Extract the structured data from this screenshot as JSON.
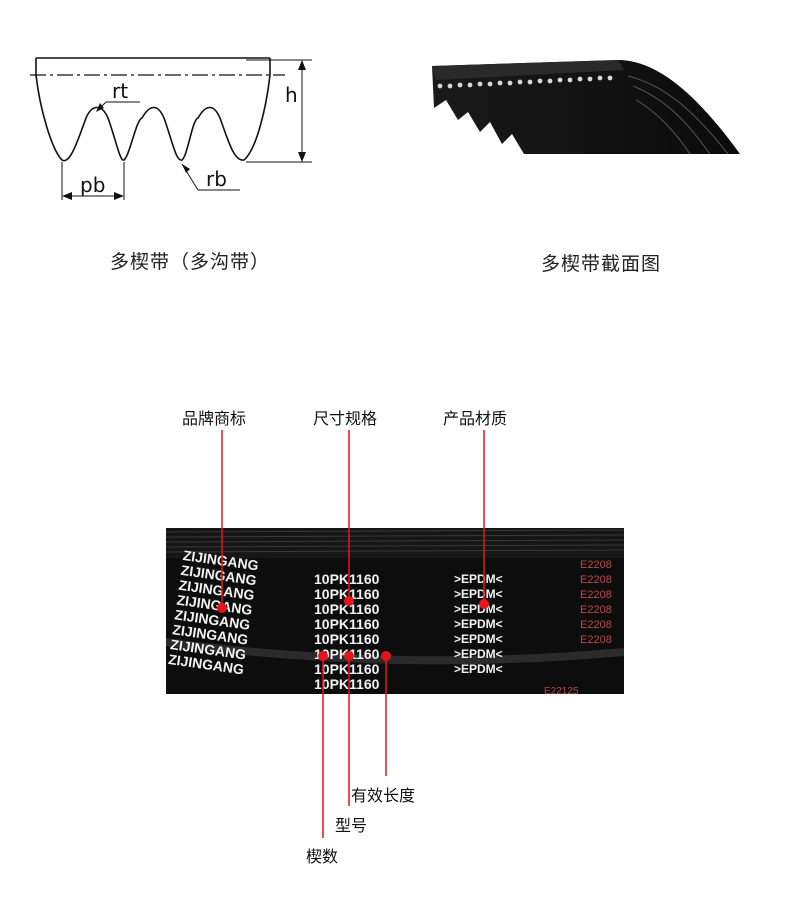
{
  "diagram": {
    "labels": {
      "rt": "rt",
      "rb": "rb",
      "pb": "pb",
      "h": "h"
    }
  },
  "captions": {
    "profile": "多楔带（多沟带）",
    "section": "多楔带截面图"
  },
  "callouts": {
    "brand": "品牌商标",
    "size_spec": "尺寸规格",
    "material": "产品材质",
    "effective_length": "有效长度",
    "model": "型号",
    "wedge_count": "楔数"
  },
  "belt_print": {
    "brand_lines": [
      "ZIJINGANG",
      "ZIJINGANG",
      "ZIJINGANG",
      "ZIJINGANG",
      "ZIJINGANG",
      "ZIJINGANG",
      "ZIJINGANG",
      "ZIJINGANG"
    ],
    "spec_lines": [
      "10PK1160",
      "10PK1160",
      "10PK1160",
      "10PK1160",
      "10PK1160",
      "10PK1160",
      "10PK1160",
      "10PK1160"
    ],
    "material_lines": [
      ">EPDM<",
      ">EPDM<",
      ">EPDM<",
      ">EPDM<",
      ">EPDM<",
      ">EPDM<",
      ">EPDM<"
    ],
    "batch_lines": [
      "E2208",
      "E2208",
      "E2208",
      "E2208",
      "E2208",
      "E2208"
    ],
    "batch_bottom": "E22125"
  },
  "colors": {
    "callout": "#e8141b",
    "belt": "#0d0d0d"
  }
}
